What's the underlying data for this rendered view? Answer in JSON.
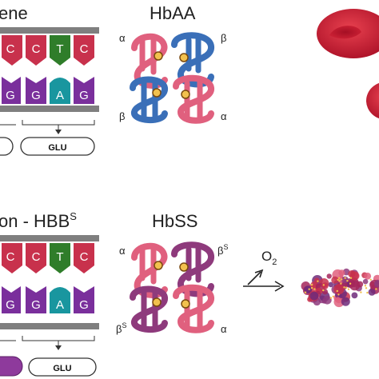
{
  "top_panel": {
    "title_fragment": "ene",
    "protein_title": "HbAA",
    "top_bases": [
      "C",
      "C",
      "T",
      "C"
    ],
    "bottom_bases": [
      "G",
      "G",
      "A",
      "G"
    ],
    "amino_acid": "GLU",
    "chain_labels": [
      "α",
      "β",
      "β",
      "α"
    ]
  },
  "bottom_panel": {
    "title_prefix": "on - HBB",
    "title_superscript": "S",
    "protein_title": "HbSS",
    "top_bases": [
      "C",
      "C",
      "T",
      "C"
    ],
    "bottom_bases": [
      "G",
      "G",
      "A",
      "G"
    ],
    "amino_acid": "GLU",
    "chain_labels": [
      "α",
      "β",
      "β",
      "α"
    ],
    "chain_label_superscript": "S",
    "oxygen_label": "O",
    "oxygen_subscript": "2"
  },
  "colors": {
    "cytosine": "#c8314c",
    "thymine": "#2f7d2a",
    "guanine": "#7a2f9c",
    "adenine": "#19969f",
    "alpha_chain": "#e0607e",
    "beta_chain": "#3a6fb8",
    "beta_s_chain": "#8e3a7c",
    "red_blood_cell": "#c81f33",
    "backbone": "#7f7f7f"
  }
}
